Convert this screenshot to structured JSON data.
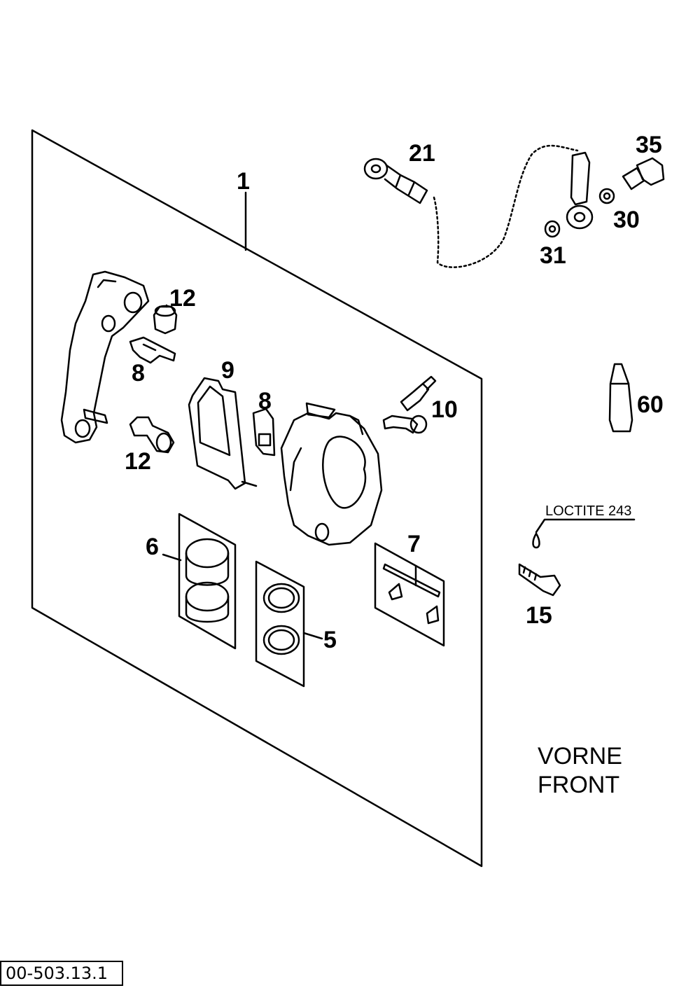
{
  "callouts": {
    "c1": "1",
    "c21": "21",
    "c35": "35",
    "c30": "30",
    "c31": "31",
    "c12a": "12",
    "c8a": "8",
    "c9": "9",
    "c8b": "8",
    "c10": "10",
    "c12b": "12",
    "c60": "60",
    "c6": "6",
    "c7": "7",
    "c5": "5",
    "c15": "15"
  },
  "loctite_note": "LOCTITE 243",
  "region": {
    "line1": "VORNE",
    "line2": "FRONT"
  },
  "document_id": "00-503.13.1"
}
